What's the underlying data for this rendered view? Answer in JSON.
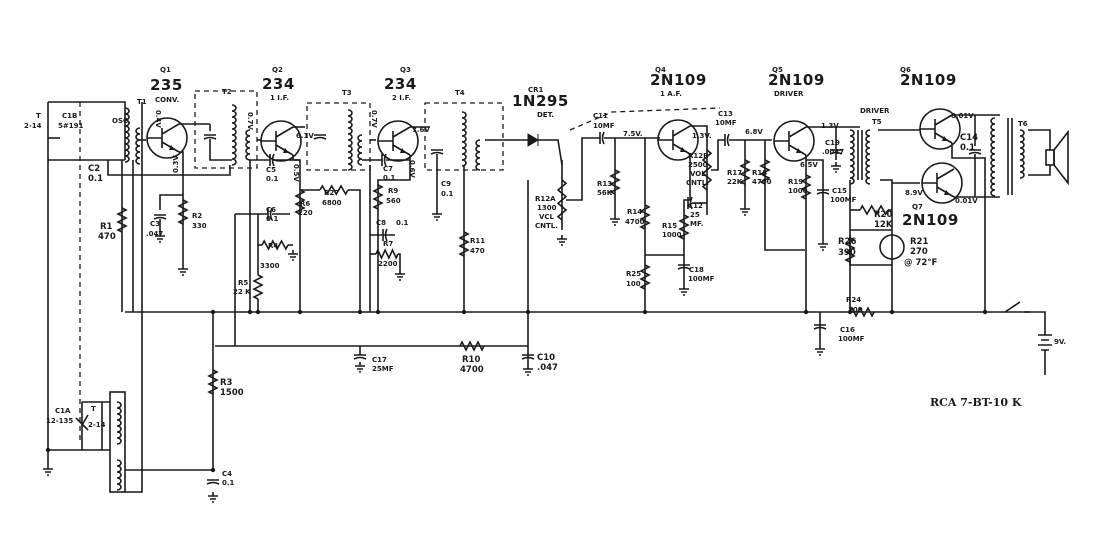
{
  "title": "RCA 7-BT-10 K",
  "transistors": {
    "q1": {
      "ref": "Q1",
      "type": "235",
      "role": "CONV."
    },
    "q2": {
      "ref": "Q2",
      "type": "234",
      "role": "1 I.F."
    },
    "q3": {
      "ref": "Q3",
      "type": "234",
      "role": "2 I.F."
    },
    "q4": {
      "ref": "Q4",
      "type": "2N109",
      "role": "1 A.F."
    },
    "q5": {
      "ref": "Q5",
      "type": "2N109",
      "role": "DRIVER"
    },
    "q6": {
      "ref": "Q6",
      "type": "2N109"
    },
    "q7": {
      "ref": "Q7",
      "type": "2N109"
    }
  },
  "detector": {
    "ref": "CR1",
    "type": "1N295",
    "role": "DET."
  },
  "transformers": {
    "t1": "T1",
    "osc": "OSC.",
    "t2": "T2",
    "t3": "T3",
    "t4": "T4",
    "t5_role": "DRIVER",
    "t5": "T5",
    "t6": "T6"
  },
  "components": {
    "c1b": [
      "C1B",
      "5#191"
    ],
    "c1b_trim": [
      "T",
      "2-14"
    ],
    "c1a": [
      "C1A",
      "12-135"
    ],
    "c1a_trim": [
      "T",
      "2-14"
    ],
    "c2": [
      "C2",
      "0.1"
    ],
    "r1": [
      "R1",
      "470"
    ],
    "c3": [
      "C3",
      ".047"
    ],
    "r2": [
      "R2",
      "330"
    ],
    "c5": [
      "C5",
      "0.1"
    ],
    "r6": [
      "R6",
      "220"
    ],
    "c6": [
      "C6",
      "0.1"
    ],
    "r4": [
      "R4",
      "3300"
    ],
    "r5": [
      "R5",
      "22 K"
    ],
    "r27": [
      "R27",
      "6800"
    ],
    "c7": [
      "C7",
      "0.1"
    ],
    "r9": [
      "R9",
      "560"
    ],
    "c9": [
      "C9",
      "0.1"
    ],
    "c8": [
      "C8",
      "0.1"
    ],
    "r7": [
      "R7",
      "2200"
    ],
    "r11": [
      "R11",
      "470"
    ],
    "r12a": [
      "R12A",
      "1300",
      "VCL",
      "CNTL."
    ],
    "c11": [
      "C11",
      "10MF"
    ],
    "r13": [
      "R13",
      "56K"
    ],
    "r14": [
      "R14",
      "4700"
    ],
    "r25": [
      "R25",
      "100"
    ],
    "r15": [
      "R15",
      "1000"
    ],
    "c12": [
      "C12",
      "25",
      "MF."
    ],
    "r12b": [
      "R12B",
      "2500",
      "VOL",
      "CNTL."
    ],
    "c18": [
      "C18",
      "100MF"
    ],
    "c13": [
      "C13",
      "10MF"
    ],
    "r17": [
      "R17",
      "22K"
    ],
    "r18": [
      "R18",
      "4700"
    ],
    "r19": [
      "R19",
      "1000"
    ],
    "c19": [
      "C19",
      ".0047"
    ],
    "c15": [
      "C15",
      "100MF"
    ],
    "r20": [
      "R20",
      "12K"
    ],
    "r26": [
      "R26",
      "390"
    ],
    "r21": [
      "R21",
      "270",
      "@ 72°F"
    ],
    "c14": [
      "C14",
      "0.1"
    ],
    "r24": [
      "R24",
      "100"
    ],
    "c16": [
      "C16",
      "100MF"
    ],
    "c17": [
      "C17",
      "25MF"
    ],
    "r10": [
      "R10",
      "4700"
    ],
    "c10": [
      "C10",
      ".047"
    ],
    "r3": [
      "R3",
      "1500"
    ],
    "c4": [
      "C4",
      "0.1"
    ],
    "battery": "9V."
  },
  "voltages": {
    "q1_b": "0.4V",
    "q1_e": "0.3V",
    "q2_b": "0.7V",
    "q2_c": "6.1V",
    "q2_e": "0.5V",
    "q3_b": "0.7V",
    "q3_c": "7.6V",
    "q3_e": "0.6V",
    "q4_b": "7.5V.",
    "q4_c": "1.3V.",
    "q5_b": "6.8V",
    "q5_c": "1.3V",
    "q5_e": "6.5V",
    "q6_c": "0.01V",
    "q7_c": "0.01V",
    "q7_b": "8.9V"
  }
}
